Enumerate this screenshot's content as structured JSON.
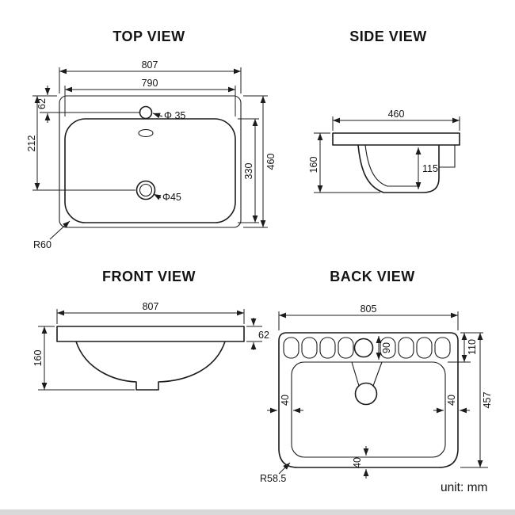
{
  "page": {
    "background": "#ffffff",
    "line_color": "#1c1c1c",
    "footer_bar_color": "#d9d9d9",
    "unit_label": "unit: mm"
  },
  "views": {
    "top": {
      "title": "TOP VIEW",
      "dim_outer_width": "807",
      "dim_inner_width": "790",
      "dim_back_offset": "62",
      "dim_drain_offset": "212",
      "dim_outer_depth": "460",
      "dim_inner_depth": "330",
      "label_faucet_hole": "Φ 35",
      "label_drain_hole": "Φ45",
      "label_corner_radius": "R60"
    },
    "side": {
      "title": "SIDE VIEW",
      "dim_depth": "460",
      "dim_height": "160",
      "dim_bowl_depth": "115"
    },
    "front": {
      "title": "FRONT VIEW",
      "dim_width": "807",
      "dim_rim_height": "62",
      "dim_height": "160"
    },
    "back": {
      "title": "BACK VIEW",
      "dim_width": "805",
      "dim_top_band": "110",
      "dim_faucet_drop": "90",
      "dim_height": "457",
      "dim_left_inset": "40",
      "dim_right_inset": "40",
      "dim_bottom_inset": "40",
      "label_corner_radius": "R58.5"
    }
  }
}
